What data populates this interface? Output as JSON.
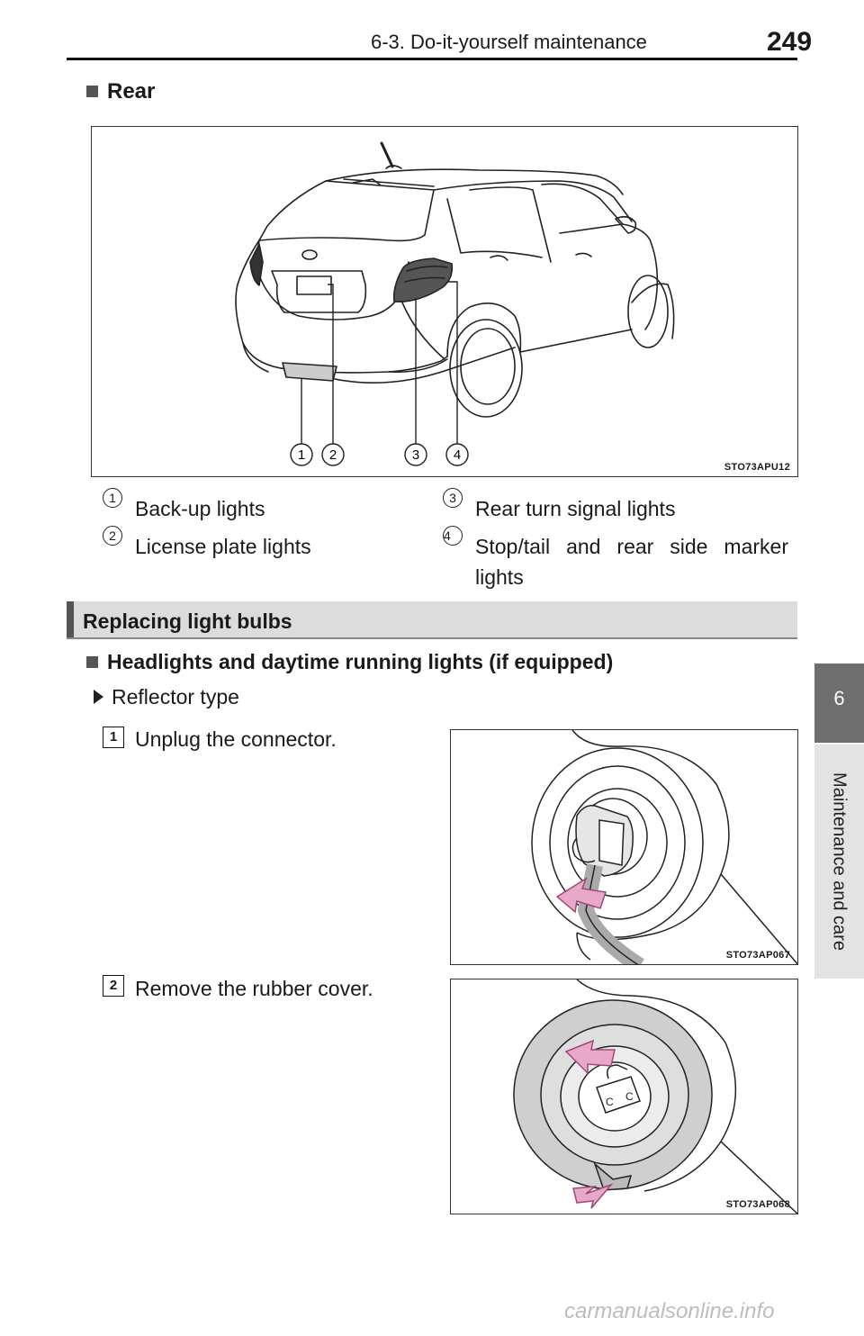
{
  "header": {
    "section": "6-3. Do-it-yourself maintenance",
    "page_number": "249"
  },
  "side_tab": {
    "chapter_number": "6",
    "chapter_title": "Maintenance and care"
  },
  "rear": {
    "heading": "Rear",
    "figure_code": "STO73APU12",
    "callouts": [
      "1",
      "2",
      "3",
      "4"
    ],
    "legend": [
      {
        "num": "1",
        "label": "Back-up lights"
      },
      {
        "num": "2",
        "label": "License plate lights"
      },
      {
        "num": "3",
        "label": "Rear turn signal lights"
      },
      {
        "num": "4",
        "label": "Stop/tail and rear side marker lights"
      }
    ]
  },
  "section": {
    "title": "Replacing light bulbs"
  },
  "headlights": {
    "heading": "Headlights and daytime running lights (if equipped)",
    "subheading": "Reflector type",
    "steps": [
      {
        "num": "1",
        "text": "Unplug the connector.",
        "figure_code": "STO73AP067"
      },
      {
        "num": "2",
        "text": "Remove the rubber cover.",
        "figure_code": "STO73AP068"
      }
    ]
  },
  "watermark": "carmanualsonline.info",
  "colors": {
    "tab_gray": "#6e6e6e",
    "section_bar": "#dcdcdc",
    "arrow_pink": "#e8a8c8"
  }
}
